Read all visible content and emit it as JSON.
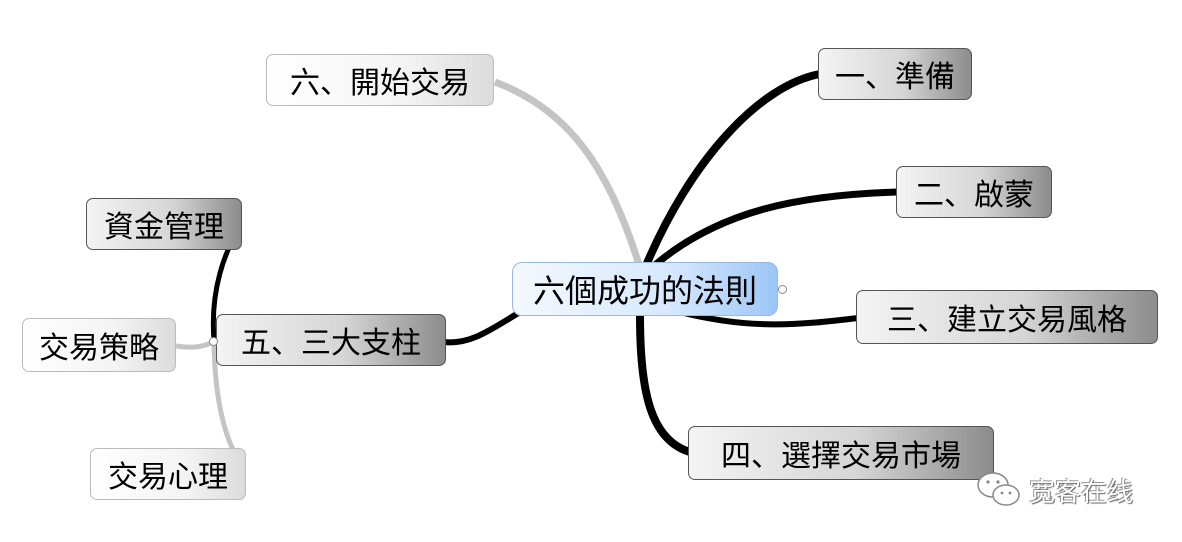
{
  "central_topic": "六個成功的法則",
  "branches": [
    {
      "label": "一、準備"
    },
    {
      "label": "二、啟蒙"
    },
    {
      "label": "三、建立交易風格"
    },
    {
      "label": "四、選擇交易市場"
    },
    {
      "label": "五、三大支柱",
      "children": [
        {
          "label": "資金管理"
        },
        {
          "label": "交易策略"
        },
        {
          "label": "交易心理"
        }
      ]
    },
    {
      "label": "六、開始交易"
    }
  ],
  "watermark": {
    "text": "宽客在线",
    "icon": "wechat-icon"
  }
}
